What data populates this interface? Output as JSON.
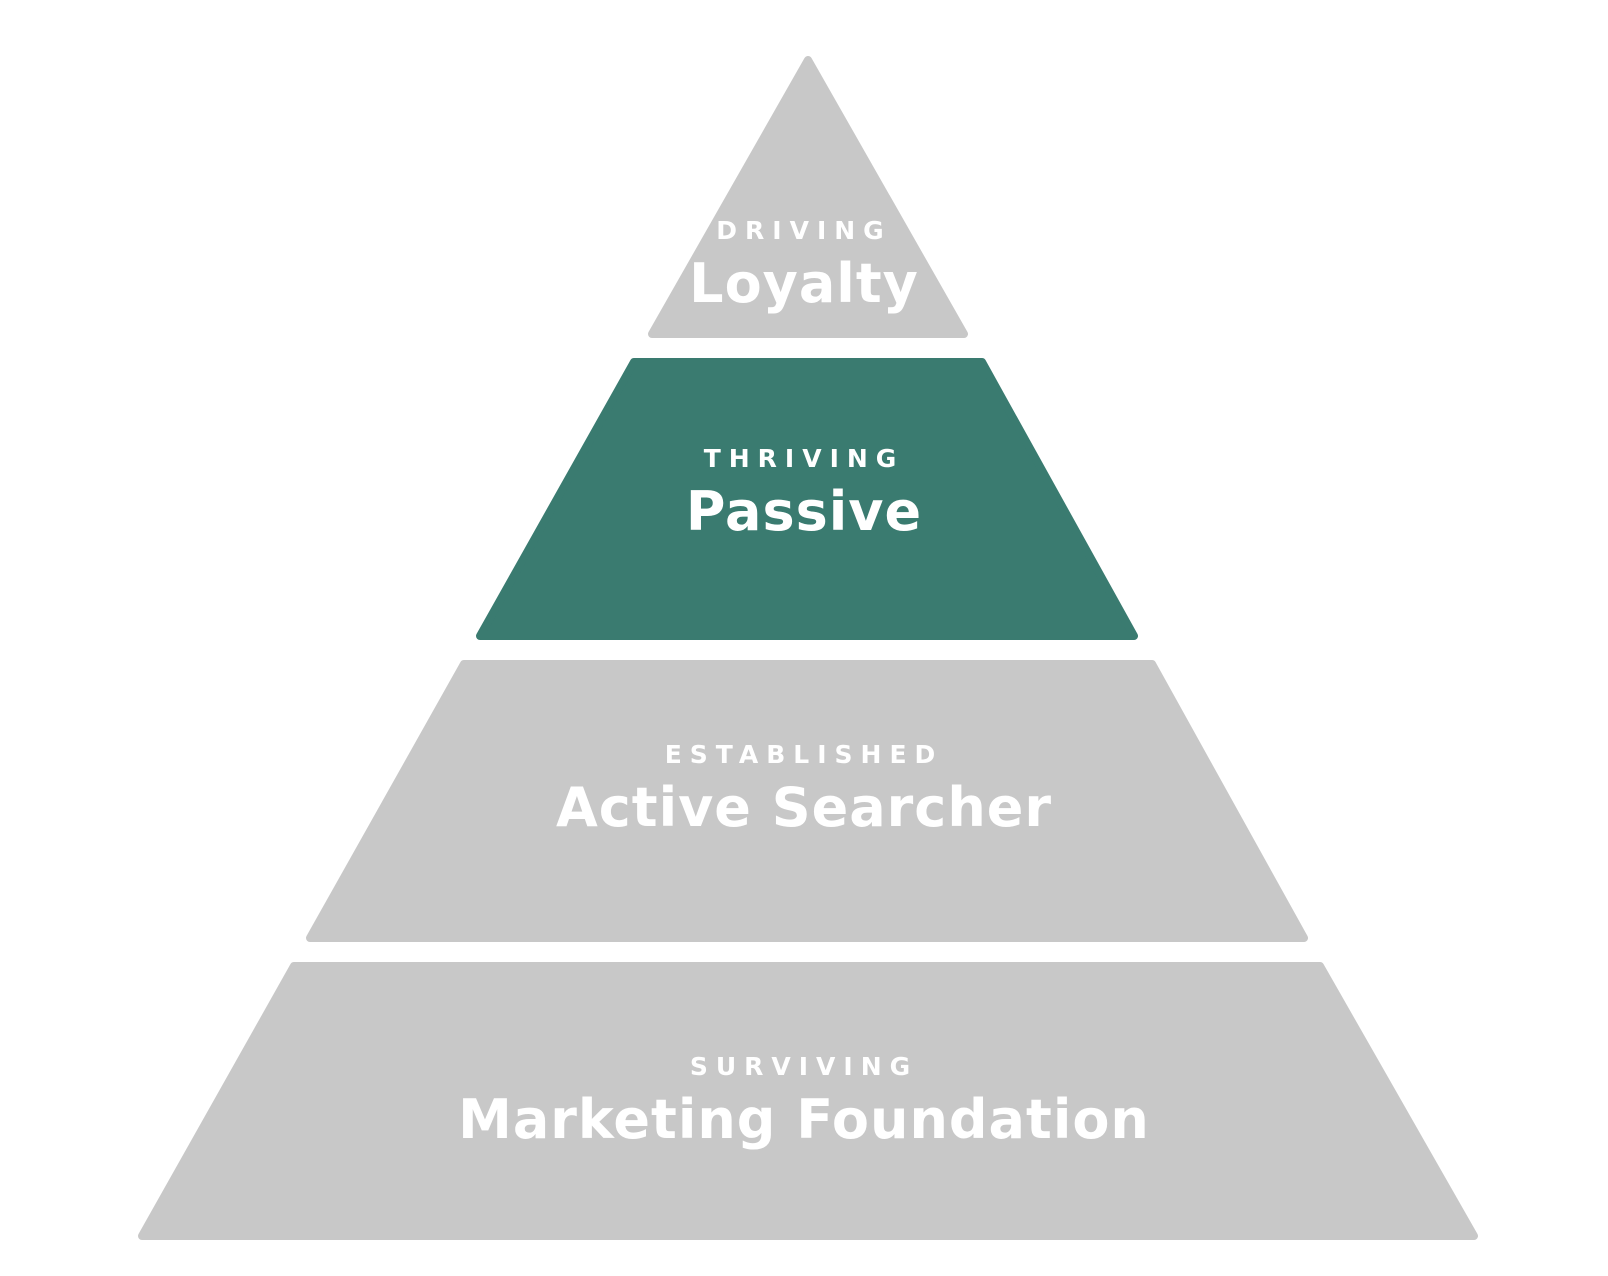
{
  "diagram": {
    "type": "pyramid",
    "colors": {
      "default": "#c8c8c8",
      "highlight": "#3a7b70",
      "text": "#ffffff"
    },
    "tiers": [
      {
        "level": "DRIVING",
        "title": "Loyalty",
        "highlighted": false
      },
      {
        "level": "THRIVING",
        "title": "Passive",
        "highlighted": true
      },
      {
        "level": "ESTABLISHED",
        "title": "Active Searcher",
        "highlighted": false
      },
      {
        "level": "SURVIVING",
        "title": "Marketing Foundation",
        "highlighted": false
      }
    ]
  }
}
